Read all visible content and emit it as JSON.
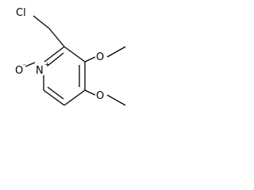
{
  "structure": {
    "atoms": {
      "chlorine": "Cl",
      "n_oxide_oxygen": "O",
      "n_oxide_oxygen_charge": "-",
      "ring_nitrogen": "N",
      "ring_nitrogen_charge": "+",
      "methoxy3_oxygen": "O",
      "methoxy4_oxygen": "O"
    }
  },
  "colors": {
    "bond": "#000000",
    "label": "#000000",
    "background": "#ffffff"
  }
}
